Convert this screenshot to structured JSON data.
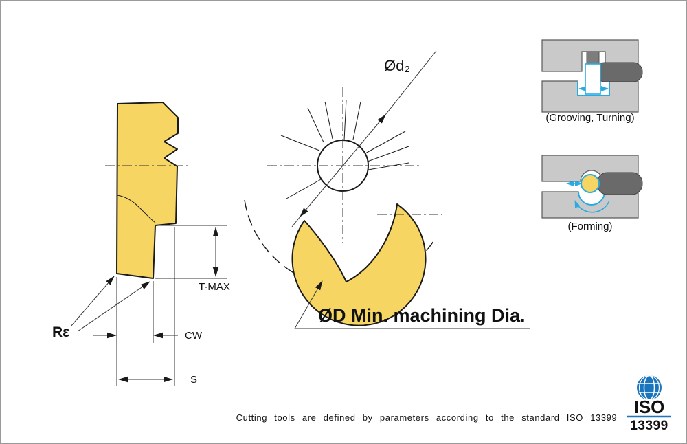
{
  "colors": {
    "insert_fill": "#F6D563",
    "outline": "#1a1a1a",
    "workpiece_gray": "#c9c9c9",
    "workpiece_stroke": "#5a5a5a",
    "tool_gray": "#6a6a6a",
    "highlight_blue": "#29ABE2",
    "iso_blue": "#1B75BC"
  },
  "side_view": {
    "re_label": "Rε",
    "tmax_label": "T-MAX",
    "cw_label": "CW",
    "s_label": "S"
  },
  "front_view": {
    "d2_label": "Ød₂",
    "min_dia_label": "ØD Min. machining Dia."
  },
  "applications": {
    "grooving_caption": "(Grooving, Turning)",
    "forming_caption": "(Forming)"
  },
  "footer": {
    "note": "Cutting tools are defined by parameters according to the standard ISO 13399"
  },
  "iso_logo": {
    "name": "ISO",
    "number": "13399"
  }
}
